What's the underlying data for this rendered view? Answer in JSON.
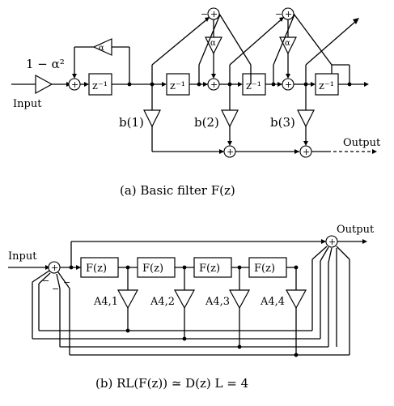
{
  "diagram_a": {
    "gain_label": "1 − α²",
    "input_label": "Input",
    "output_label": "Output",
    "delay_label": "z⁻¹",
    "alpha_label": "α",
    "tap_labels": [
      "b(1)",
      "b(2)",
      "b(3)"
    ],
    "caption": "(a)  Basic filter F(z)"
  },
  "diagram_b": {
    "input_label": "Input",
    "output_label": "Output",
    "block_labels": [
      "F(z)",
      "F(z)",
      "F(z)",
      "F(z)"
    ],
    "coef_labels": [
      "A4,1",
      "A4,2",
      "A4,3",
      "A4,4"
    ],
    "caption": "(b)  RL(F(z)) ≃ D(z)   L = 4"
  }
}
